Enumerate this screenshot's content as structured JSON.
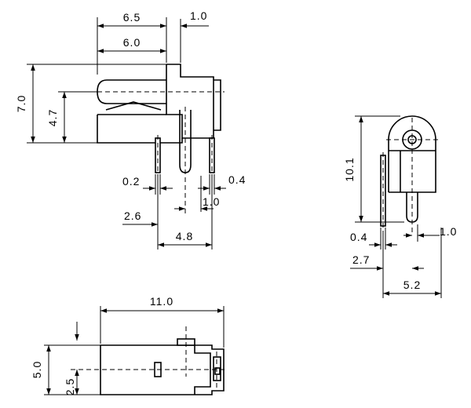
{
  "labels": {
    "side_overall_width": "6.5",
    "side_barrel_length": "6.0",
    "side_front_offset": "1.0",
    "side_height": "7.0",
    "side_center_height": "4.7",
    "side_left_pin_width": "0.2",
    "side_right_pin_width": "0.4",
    "side_mid_offset": "1.0",
    "side_pin_gap": "2.6",
    "side_pin_span": "4.8",
    "front_height": "10.1",
    "front_pin_width": "0.4",
    "front_right_offset": "1.0",
    "front_side_offset": "2.7",
    "front_pin_span": "5.2",
    "top_length": "11.0",
    "top_width": "5.0",
    "top_center": "2.5"
  }
}
